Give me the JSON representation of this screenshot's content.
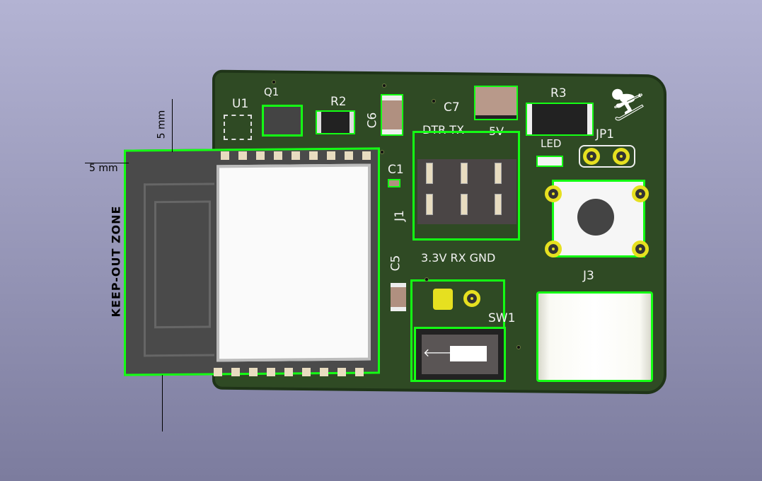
{
  "refs": {
    "u1": "U1",
    "q1": "Q1",
    "r2": "R2",
    "c6": "C6",
    "c7": "C7",
    "r3": "R3",
    "jp1": "JP1",
    "c1": "C1",
    "j1": "J1",
    "c5": "C5",
    "sw1": "SW1",
    "j3": "J3"
  },
  "silk": {
    "top_header": "DTR TX",
    "five_v": "5V",
    "led": "LED",
    "bottom_header": "3.3V RX GND",
    "keepout": "KEEP-OUT ZONE"
  },
  "dims": {
    "vertical": "5 mm",
    "horizontal": "5 mm"
  },
  "colors": {
    "board": "#2f4a24",
    "outline": "#14ff14",
    "background": "#a0a0c4"
  }
}
